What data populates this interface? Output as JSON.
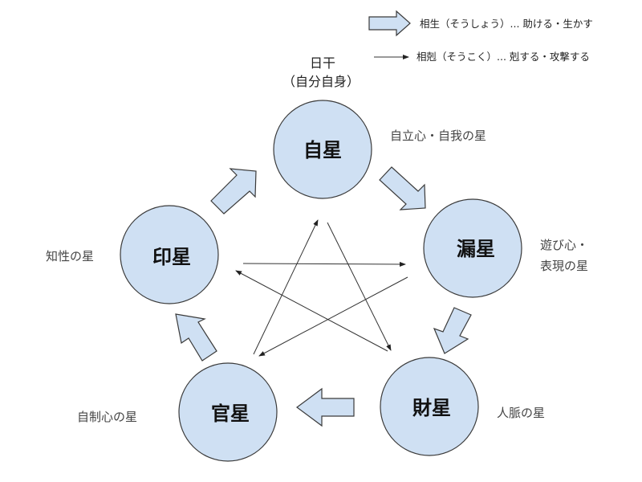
{
  "legend": {
    "generating": {
      "label": "相生（そうしょう）... 助ける・生かす",
      "icon": "block-arrow-icon"
    },
    "controlling": {
      "label": "相剋（そうこく）... 剋する・攻撃する",
      "icon": "thin-arrow-icon"
    }
  },
  "day_stem": {
    "line1": "日干",
    "line2": "（自分自身）"
  },
  "stars": [
    {
      "id": "ji",
      "label": "自星",
      "desc_lines": [
        "自立心・自我の星"
      ]
    },
    {
      "id": "ro",
      "label": "漏星",
      "desc_lines": [
        "遊び心・",
        "表現の星"
      ]
    },
    {
      "id": "zai",
      "label": "財星",
      "desc_lines": [
        "人脈の星"
      ]
    },
    {
      "id": "kan",
      "label": "官星",
      "desc_lines": [
        "自制心の星"
      ]
    },
    {
      "id": "in",
      "label": "印星",
      "desc_lines": [
        "知性の星"
      ]
    }
  ],
  "generating_cycle": [
    "自星 → 漏星",
    "漏星 → 財星",
    "財星 → 官星",
    "官星 → 印星",
    "印星 → 自星"
  ],
  "controlling_cycle": [
    "自星 → 財星",
    "財星 → 印星",
    "印星 → 漏星",
    "漏星 → 官星",
    "官星 → 自星"
  ],
  "colors": {
    "circle_fill": "#cfe0f3",
    "outline": "#3a3a3a",
    "text": "#222222"
  }
}
